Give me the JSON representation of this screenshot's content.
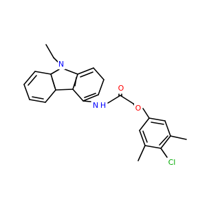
{
  "atoms": [
    {
      "id": "N_ring",
      "label": "N",
      "color": "#0000ff"
    },
    {
      "id": "N_amide",
      "label": "N",
      "color": "#0000ff"
    },
    {
      "id": "H_amide",
      "label": "H",
      "color": "#0000ff"
    },
    {
      "id": "O_carbonyl",
      "label": "O",
      "color": "#ff0000"
    },
    {
      "id": "O_ether",
      "label": "O",
      "color": "#ff0000"
    },
    {
      "id": "Cl",
      "label": "Cl",
      "color": "#00aa00"
    }
  ],
  "bond_color": "#000000"
}
